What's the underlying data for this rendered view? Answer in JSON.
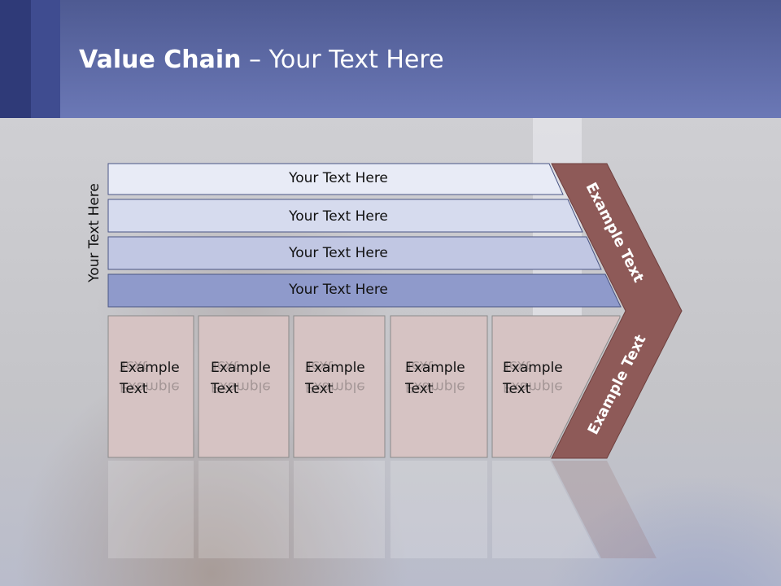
{
  "title": {
    "bold": "Value Chain",
    "rest": " – Your Text Here"
  },
  "side_label": "Your Text Here",
  "bars": [
    {
      "label": "Your Text Here"
    },
    {
      "label": "Your Text Here"
    },
    {
      "label": "Your Text Here"
    },
    {
      "label": "Your Text Here"
    }
  ],
  "boxes": [
    {
      "line1": "Example",
      "line2": "Text"
    },
    {
      "line1": "Example",
      "line2": "Text"
    },
    {
      "line1": "Example",
      "line2": "Text"
    },
    {
      "line1": "Example",
      "line2": "Text"
    },
    {
      "line1": "Example",
      "line2": "Text"
    }
  ],
  "chevron": {
    "upper": "Example Text",
    "lower": "Example Text"
  },
  "colors": {
    "header_dark": "#2f3a78",
    "bar1": "#e8ebf6",
    "bar2": "#d6dbee",
    "bar3": "#c1c7e3",
    "bar4": "#8f9acb",
    "box": "#d6c3c3",
    "chevron": "#8e5a58"
  }
}
